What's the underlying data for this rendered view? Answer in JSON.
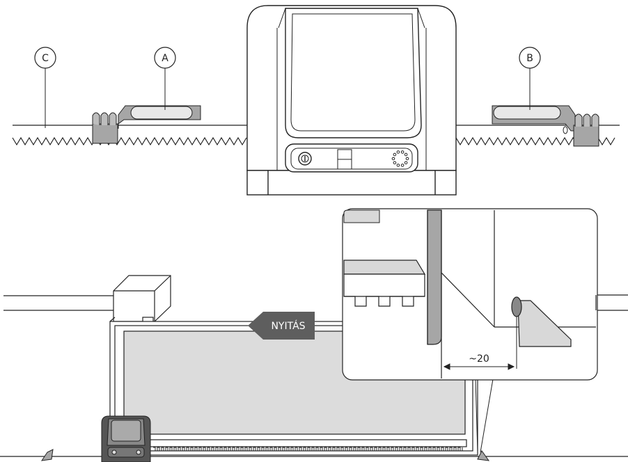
{
  "labels": {
    "a": "A",
    "b": "B",
    "c": "C"
  },
  "direction_label": "NYITÁS",
  "gap_dimension": "~20",
  "colors": {
    "stroke": "#222222",
    "bracket": "#a6a6a6",
    "bracket_dark": "#8c8c8c",
    "gate_panel": "#dcdcdc",
    "arrow": "#5e5e5e",
    "motor_mini": "#555555"
  }
}
